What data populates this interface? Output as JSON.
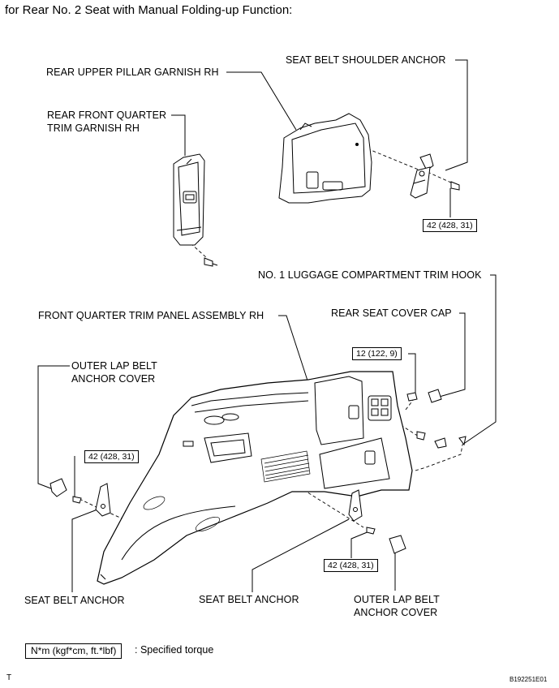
{
  "title": "for Rear No. 2 Seat with Manual Folding-up Function:",
  "labels": {
    "seat_belt_shoulder_anchor": "SEAT BELT SHOULDER ANCHOR",
    "rear_upper_pillar_garnish": "REAR UPPER PILLAR GARNISH RH",
    "rear_front_quarter_line1": "REAR FRONT QUARTER",
    "rear_front_quarter_line2": "TRIM GARNISH RH",
    "luggage_trim_hook": "NO. 1 LUGGAGE COMPARTMENT TRIM HOOK",
    "front_quarter_panel": "FRONT QUARTER TRIM PANEL ASSEMBLY RH",
    "rear_seat_cover_cap": "REAR SEAT COVER CAP",
    "outer_lap_cover_left_line1": "OUTER LAP BELT",
    "outer_lap_cover_left_line2": "ANCHOR COVER",
    "seat_belt_anchor_left": "SEAT BELT ANCHOR",
    "seat_belt_anchor_mid": "SEAT BELT ANCHOR",
    "outer_lap_cover_right_line1": "OUTER LAP BELT",
    "outer_lap_cover_right_line2": "ANCHOR COVER"
  },
  "torques": {
    "shoulder_anchor": "42 (428, 31)",
    "rear_seat_cover": "12 (122, 9)",
    "left_anchor": "42 (428, 31)",
    "right_anchor": "42 (428, 31)"
  },
  "legend": {
    "box": "N*m (kgf*cm, ft.*lbf)",
    "text": ": Specified torque"
  },
  "corner": {
    "left": "T",
    "right": "B192251E01"
  }
}
